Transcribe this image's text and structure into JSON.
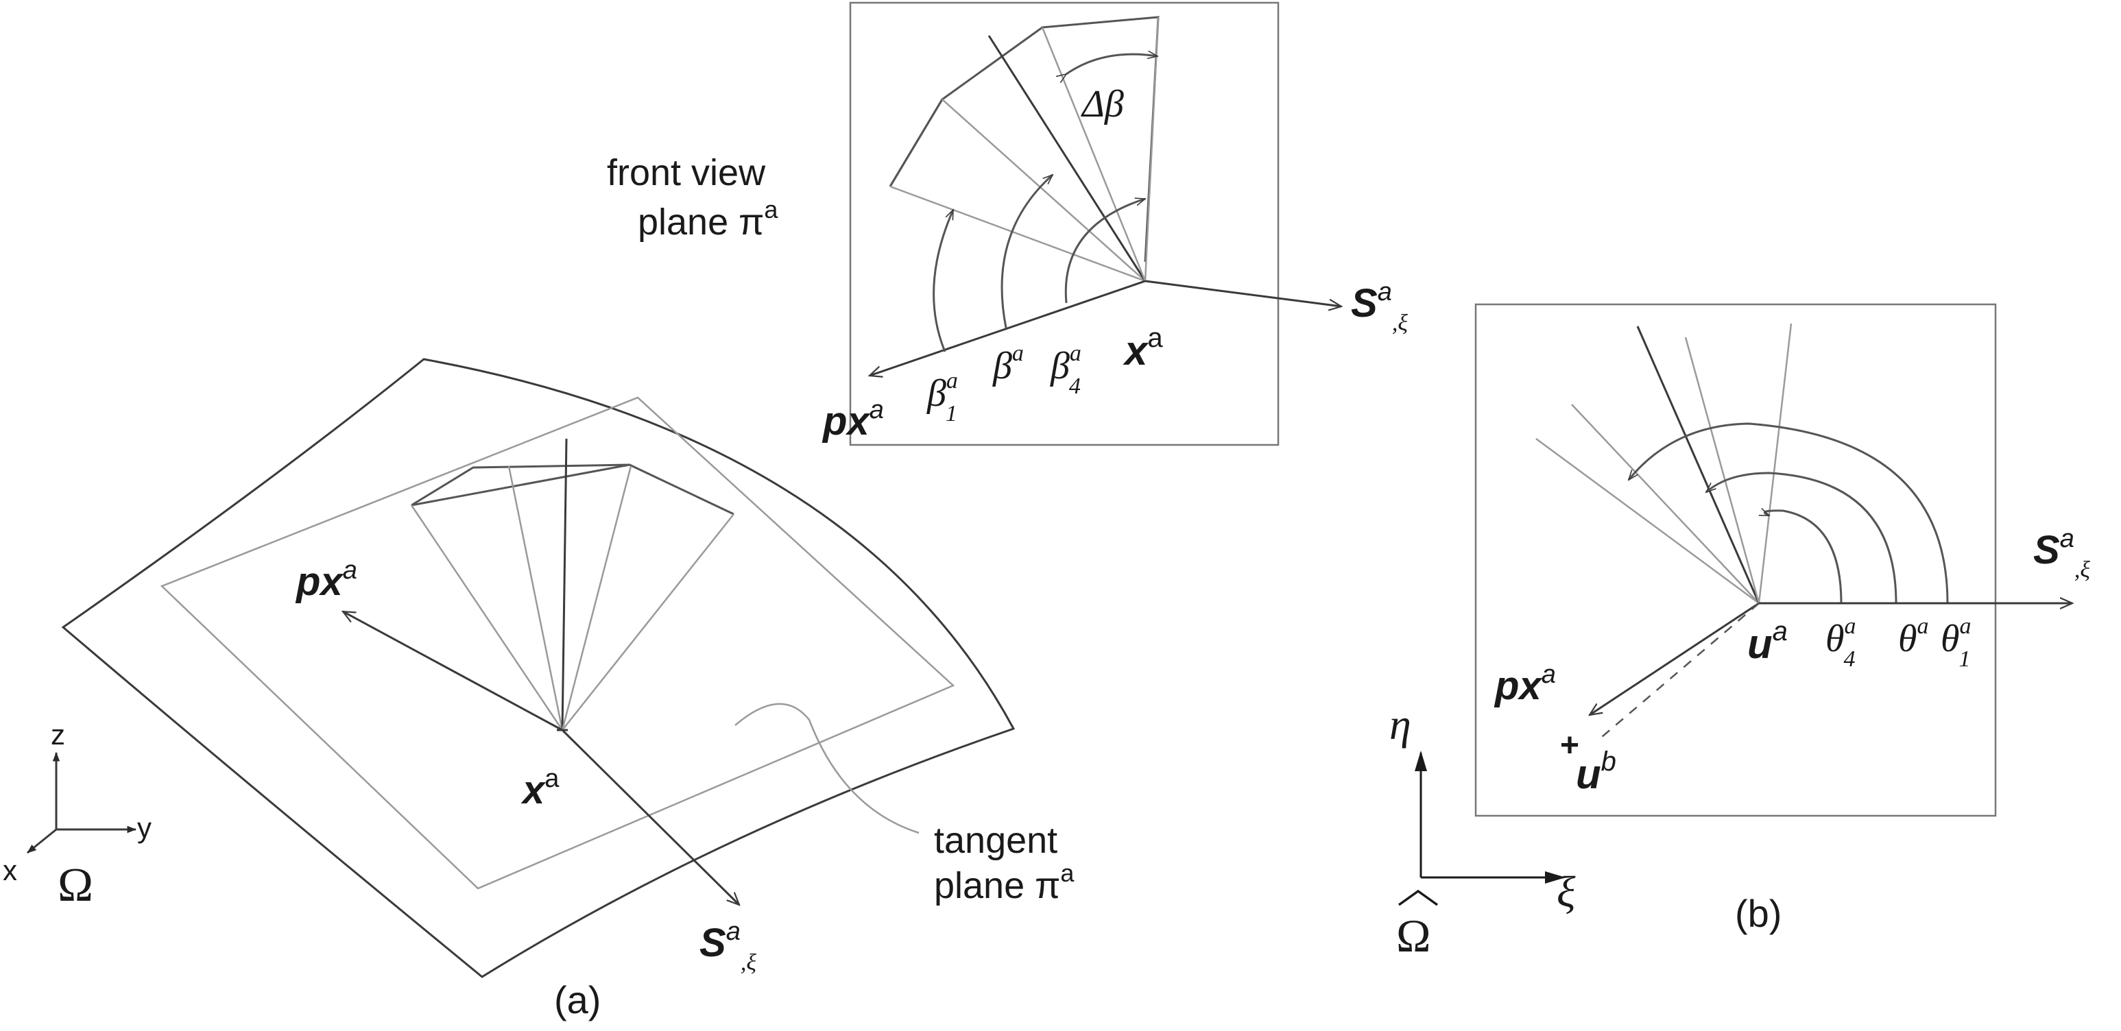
{
  "panel_a": {
    "caption": "(a)",
    "label_px": "px",
    "label_px_sup": "a",
    "label_x": "x",
    "label_x_sup": "a",
    "label_s": "S",
    "label_s_sup": "a",
    "label_s_sub": ",ξ",
    "tangent_line1": "tangent",
    "tangent_line2": "plane π",
    "tangent_sup": "a",
    "axis_z": "z",
    "axis_y": "y",
    "axis_x": "x",
    "omega": "Ω"
  },
  "front_view": {
    "title_line1": "front view",
    "title_line2": "plane π",
    "title_sup": "a",
    "delta_beta": "Δβ",
    "label_px": "px",
    "label_px_sup": "a",
    "beta1": "β",
    "beta1_sup": "a",
    "beta1_sub": "1",
    "beta": "β",
    "beta_sup": "a",
    "beta4": "β",
    "beta4_sup": "a",
    "beta4_sub": "4",
    "label_x": "x",
    "label_x_sup": "a",
    "label_s": "S",
    "label_s_sup": "a",
    "label_s_sub": ",ξ"
  },
  "panel_b": {
    "caption": "(b)",
    "label_px": "px",
    "label_px_sup": "a",
    "label_u": "u",
    "label_u_sup": "a",
    "label_ub": "u",
    "label_ub_sup": "b",
    "label_ub_mark": "+",
    "theta4": "θ",
    "theta4_sup": "a",
    "theta4_sub": "4",
    "theta": "θ",
    "theta_sup": "a",
    "theta1": "θ",
    "theta1_sup": "a",
    "theta1_sub": "1",
    "label_s": "S",
    "label_s_sup": "a",
    "label_s_sub": ",ξ",
    "axis_eta": "η",
    "axis_xi": "ξ",
    "omega_hat": "Ω",
    "hat": "^"
  }
}
